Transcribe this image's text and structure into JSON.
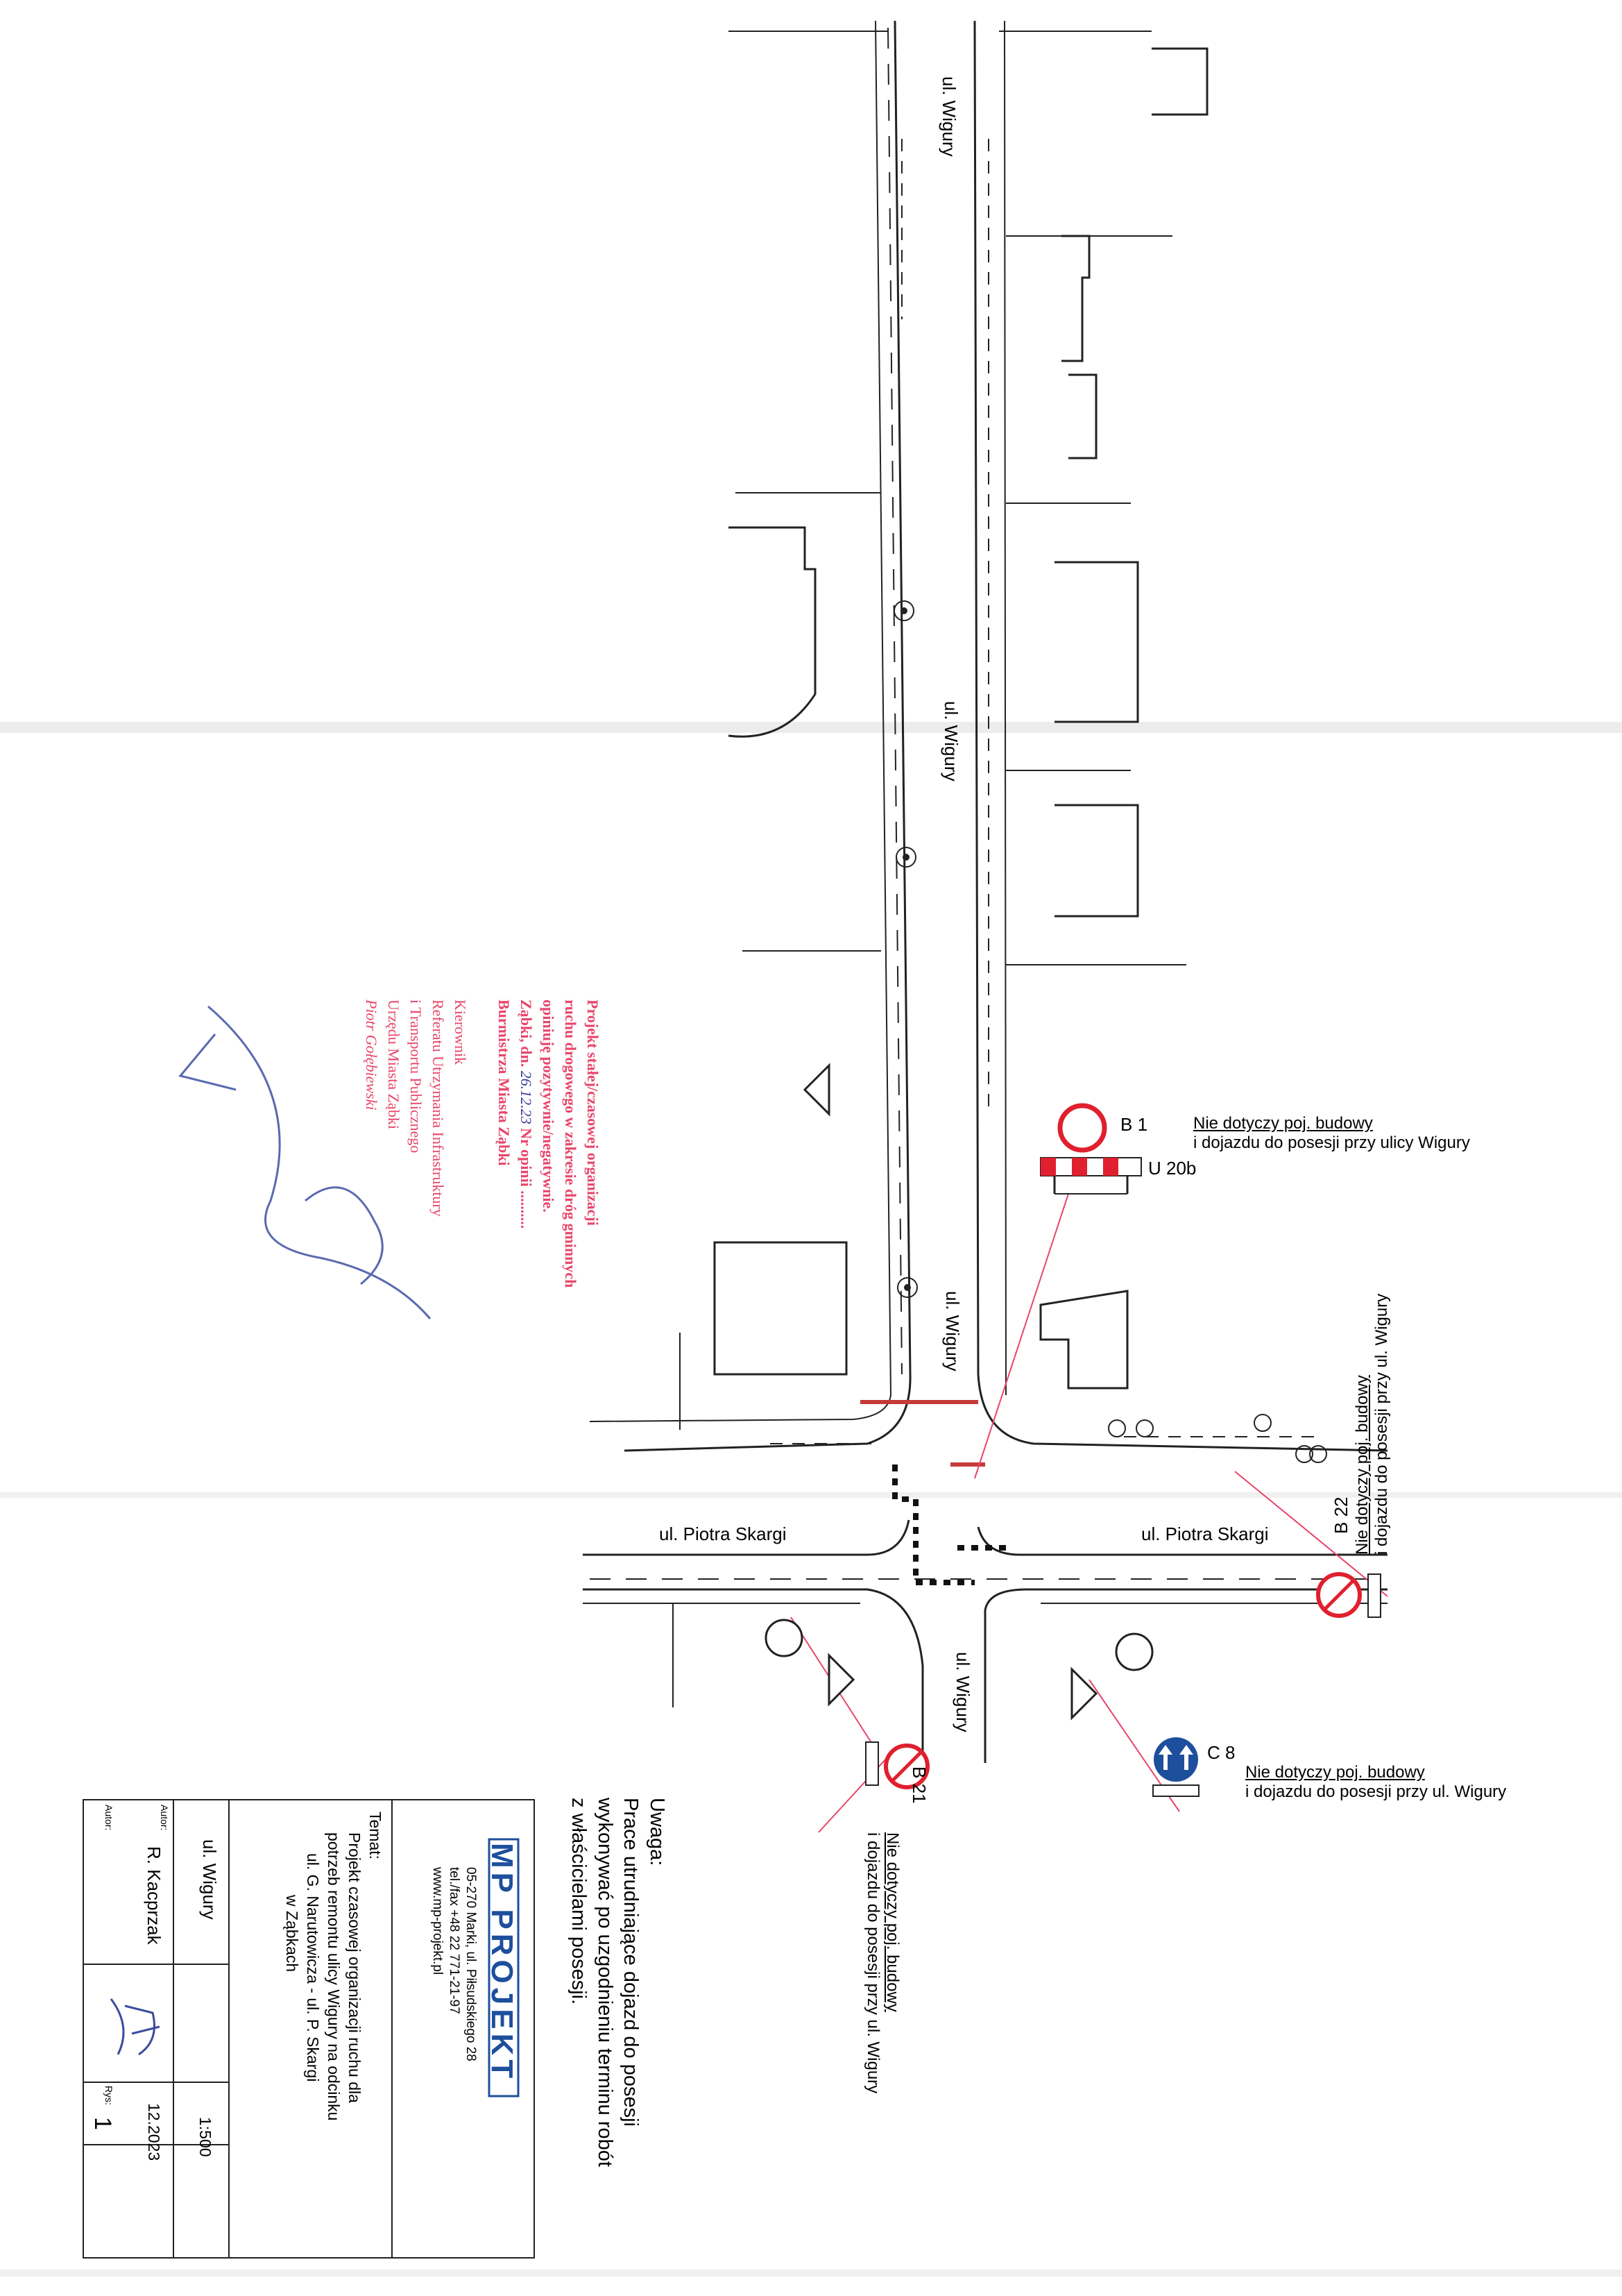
{
  "streets": {
    "wigury": "ul. Wigury",
    "skargi": "ul. Piotra Skargi"
  },
  "signs": {
    "b1": {
      "code": "B 1",
      "note1": "Nie dotyczy poj. budowy",
      "note2": "i dojazdu do posesji przy ulicy Wigury"
    },
    "u20b": {
      "code": "U 20b"
    },
    "b22": {
      "code": "B 22",
      "note1": "Nie dotyczy poj. budowy",
      "note2": "i dojazdu do posesji przy ul. Wigury"
    },
    "c8": {
      "code": "C 8",
      "note1": "Nie dotyczy poj. budowy",
      "note2": "i dojazdu do posesji przy ul. Wigury"
    },
    "b21": {
      "code": "B 21",
      "note1": "Nie dotyczy poj. budowy",
      "note2": "i dojazdu do posesji przy ul. Wigury"
    }
  },
  "uwaga": {
    "title": "Uwaga:",
    "line1": "Prace utrudniające dojazd do posesji",
    "line2": "wykonywać po uzgodnieniu terminu robót",
    "line3": "z właścicielami posesji."
  },
  "stamp": {
    "line1": "Projekt stałej/czasowej organizacji",
    "line2": "ruchu drogowego w zakresie dróg gminnych",
    "line3": "opiniuję pozytywnie/negatywnie.",
    "line4_prefix": "Ząbki, dn.",
    "line4_date": "26.12.23",
    "line4_suffix": "Nr opinii ..........",
    "line5": "Burmistrza Miasta Ząbki",
    "line6": "Kierownik",
    "line7": "Referatu Utrzymania Infrastruktury",
    "line8": "i Transportu Publicznego",
    "line9": "Urzędu Miasta Ząbki",
    "line10": "Piotr Gołębiewski"
  },
  "titleblock": {
    "logo": "MP PROJEKT",
    "address": "05-270 Marki, ul. Piłsudskiego 28",
    "phone": "tel./fax +48 22 771-21-97",
    "web": "www.mp-projekt.pl",
    "temat_label": "Temat:",
    "temat1": "Projekt czasowej organizacji ruchu dla",
    "temat2": "potrzeb remontu ulicy Wigury na odcinku",
    "temat3": "ul. G. Narutowicza - ul. P. Skargi",
    "temat4": "w Ząbkach",
    "street": "ul. Wigury",
    "scale": "1:500",
    "autor_label": "Autor:",
    "autor": "R. Kacprzak",
    "date": "12.2023",
    "rys_label": "Rys:",
    "rys": "1"
  },
  "colors": {
    "line": "#222222",
    "red": "#e8456a",
    "signred": "#e0202e",
    "blue": "#1d4f9c"
  }
}
